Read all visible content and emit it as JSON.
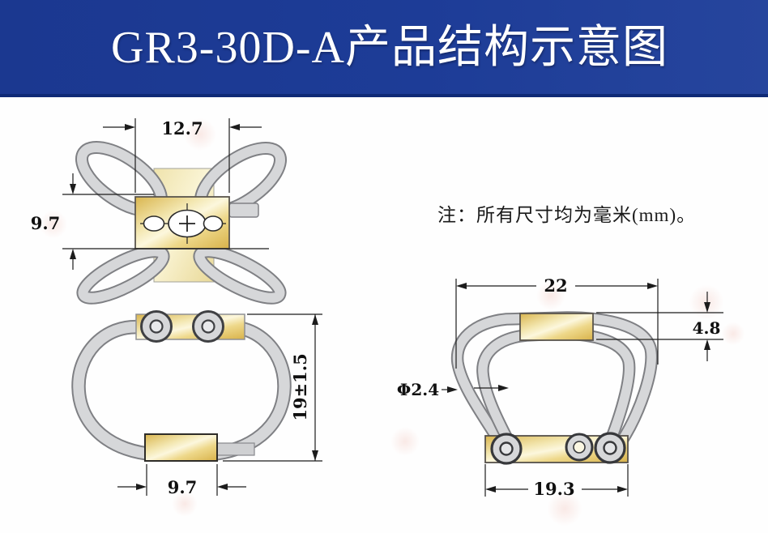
{
  "header": {
    "title": "GR3-30D-A产品结构示意图",
    "bg_color": "#1d3c97",
    "border_color": "#0f2a76",
    "text_color": "#ffffff"
  },
  "note": {
    "text": "注：所有尺寸均为毫米(mm)。"
  },
  "diagram": {
    "unit": "mm",
    "views": {
      "top": {
        "dimensions": {
          "width": "12.7",
          "height": "9.7"
        }
      },
      "front": {
        "dimensions": {
          "height": "19±1.5",
          "base_width": "9.7"
        }
      },
      "side": {
        "dimensions": {
          "width": "22",
          "block_height": "4.8",
          "wire_diameter": "Φ2.4",
          "base_width": "19.3"
        }
      }
    },
    "colors": {
      "brass": "#e9d283",
      "wire_gray": "#d6d7d9",
      "line_black": "#1c1c1c",
      "banner_blue": "#1d3c97"
    }
  }
}
